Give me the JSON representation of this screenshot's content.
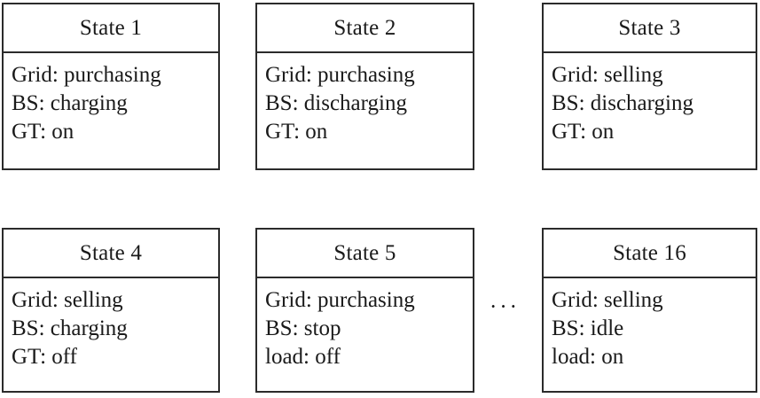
{
  "diagram": {
    "type": "state-enumeration",
    "title_prefix": "State",
    "border_color": "#2b2b2b",
    "background_color": "#ffffff",
    "text_color": "#1a1a1a",
    "continuation_marker": "···",
    "states": [
      {
        "title": "State 1",
        "lines": [
          "Grid: purchasing",
          "BS: charging",
          "GT: on"
        ]
      },
      {
        "title": "State 2",
        "lines": [
          "Grid: purchasing",
          "BS: discharging",
          "GT: on"
        ]
      },
      {
        "title": "State 3",
        "lines": [
          "Grid: selling",
          "BS: discharging",
          "GT: on"
        ]
      },
      {
        "title": "State 4",
        "lines": [
          "Grid: selling",
          "BS: charging",
          "GT: off"
        ]
      },
      {
        "title": "State 5",
        "lines": [
          "Grid: purchasing",
          "BS: stop",
          "load: off"
        ]
      },
      {
        "title": "State 16",
        "lines": [
          "Grid: selling",
          "BS: idle",
          "load: on"
        ]
      }
    ]
  }
}
